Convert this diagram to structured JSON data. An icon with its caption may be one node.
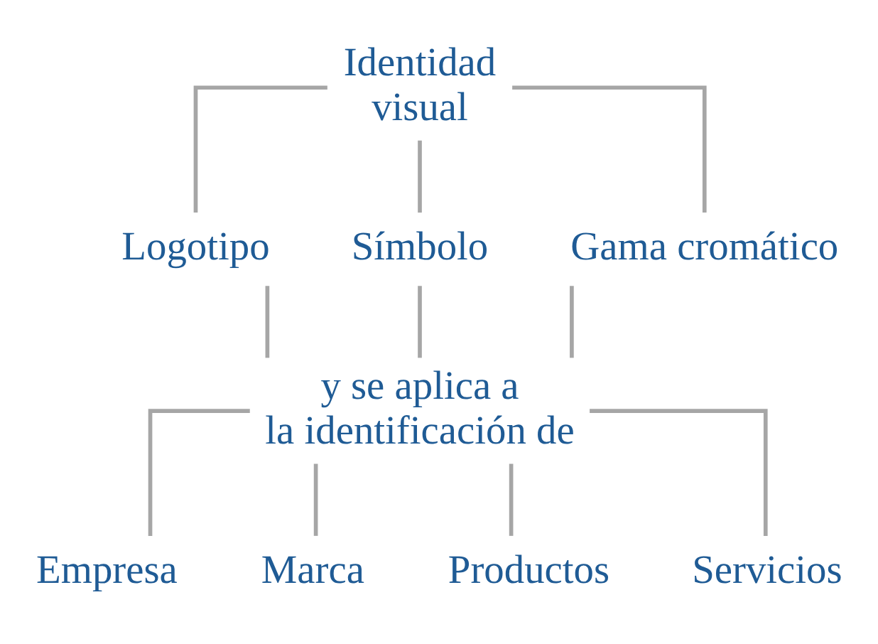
{
  "diagram": {
    "nodes": [
      {
        "text": [
          "Identidad visual"
        ]
      },
      {
        "text": [
          "Logotipo"
        ]
      },
      {
        "text": [
          "Símbolo"
        ]
      },
      {
        "text": [
          "Gama cromático"
        ]
      },
      {
        "text": [
          "y se aplica a la identificación de"
        ]
      },
      {
        "text": [
          "Empresa"
        ]
      },
      {
        "text": [
          "Marca"
        ]
      },
      {
        "text": [
          "Productos"
        ]
      },
      {
        "text": [
          "Servicios"
        ]
      }
    ],
    "edges": [
      {
        "from": 0,
        "to": 1,
        "arrow": "none"
      },
      {
        "from": 0,
        "to": 2,
        "arrow": "none"
      },
      {
        "from": 0,
        "to": 3,
        "arrow": "none"
      },
      {
        "from": 1,
        "to": 4,
        "arrow": "none"
      },
      {
        "from": 2,
        "to": 4,
        "arrow": "none"
      },
      {
        "from": 3,
        "to": 4,
        "arrow": "none"
      },
      {
        "from": 4,
        "to": 5,
        "arrow": "none"
      },
      {
        "from": 4,
        "to": 6,
        "arrow": "none"
      },
      {
        "from": 4,
        "to": 7,
        "arrow": "none"
      },
      {
        "from": 4,
        "to": 8,
        "arrow": "none"
      }
    ]
  }
}
